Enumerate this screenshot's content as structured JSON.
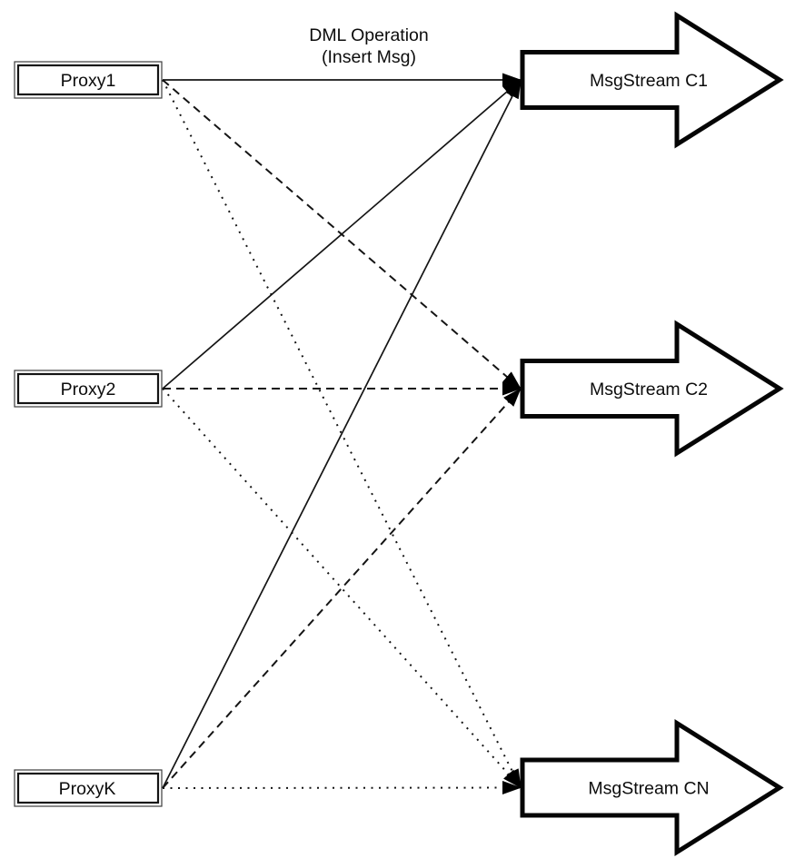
{
  "title": {
    "line1": "DML Operation",
    "line2": "(Insert Msg)"
  },
  "proxies": [
    {
      "id": "proxy1",
      "label": "Proxy1"
    },
    {
      "id": "proxy2",
      "label": "Proxy2"
    },
    {
      "id": "proxyk",
      "label": "ProxyK"
    }
  ],
  "streams": [
    {
      "id": "c1",
      "label": "MsgStream C1"
    },
    {
      "id": "c2",
      "label": "MsgStream C2"
    },
    {
      "id": "cn",
      "label": "MsgStream CN"
    }
  ],
  "edges": [
    {
      "from": "Proxy1",
      "to": "MsgStream C1",
      "style": "solid"
    },
    {
      "from": "Proxy1",
      "to": "MsgStream C2",
      "style": "dashed"
    },
    {
      "from": "Proxy1",
      "to": "MsgStream CN",
      "style": "dotted"
    },
    {
      "from": "Proxy2",
      "to": "MsgStream C1",
      "style": "solid"
    },
    {
      "from": "Proxy2",
      "to": "MsgStream C2",
      "style": "dashed"
    },
    {
      "from": "Proxy2",
      "to": "MsgStream CN",
      "style": "dotted"
    },
    {
      "from": "ProxyK",
      "to": "MsgStream C1",
      "style": "solid"
    },
    {
      "from": "ProxyK",
      "to": "MsgStream C2",
      "style": "dashed"
    },
    {
      "from": "ProxyK",
      "to": "MsgStream CN",
      "style": "dotted"
    }
  ],
  "colors": {
    "background": "#ffffff",
    "line": "#141414",
    "node_border": "#141414",
    "node_fill": "#ffffff",
    "arrowhead": "#000000",
    "text": "#0c0c0c"
  }
}
